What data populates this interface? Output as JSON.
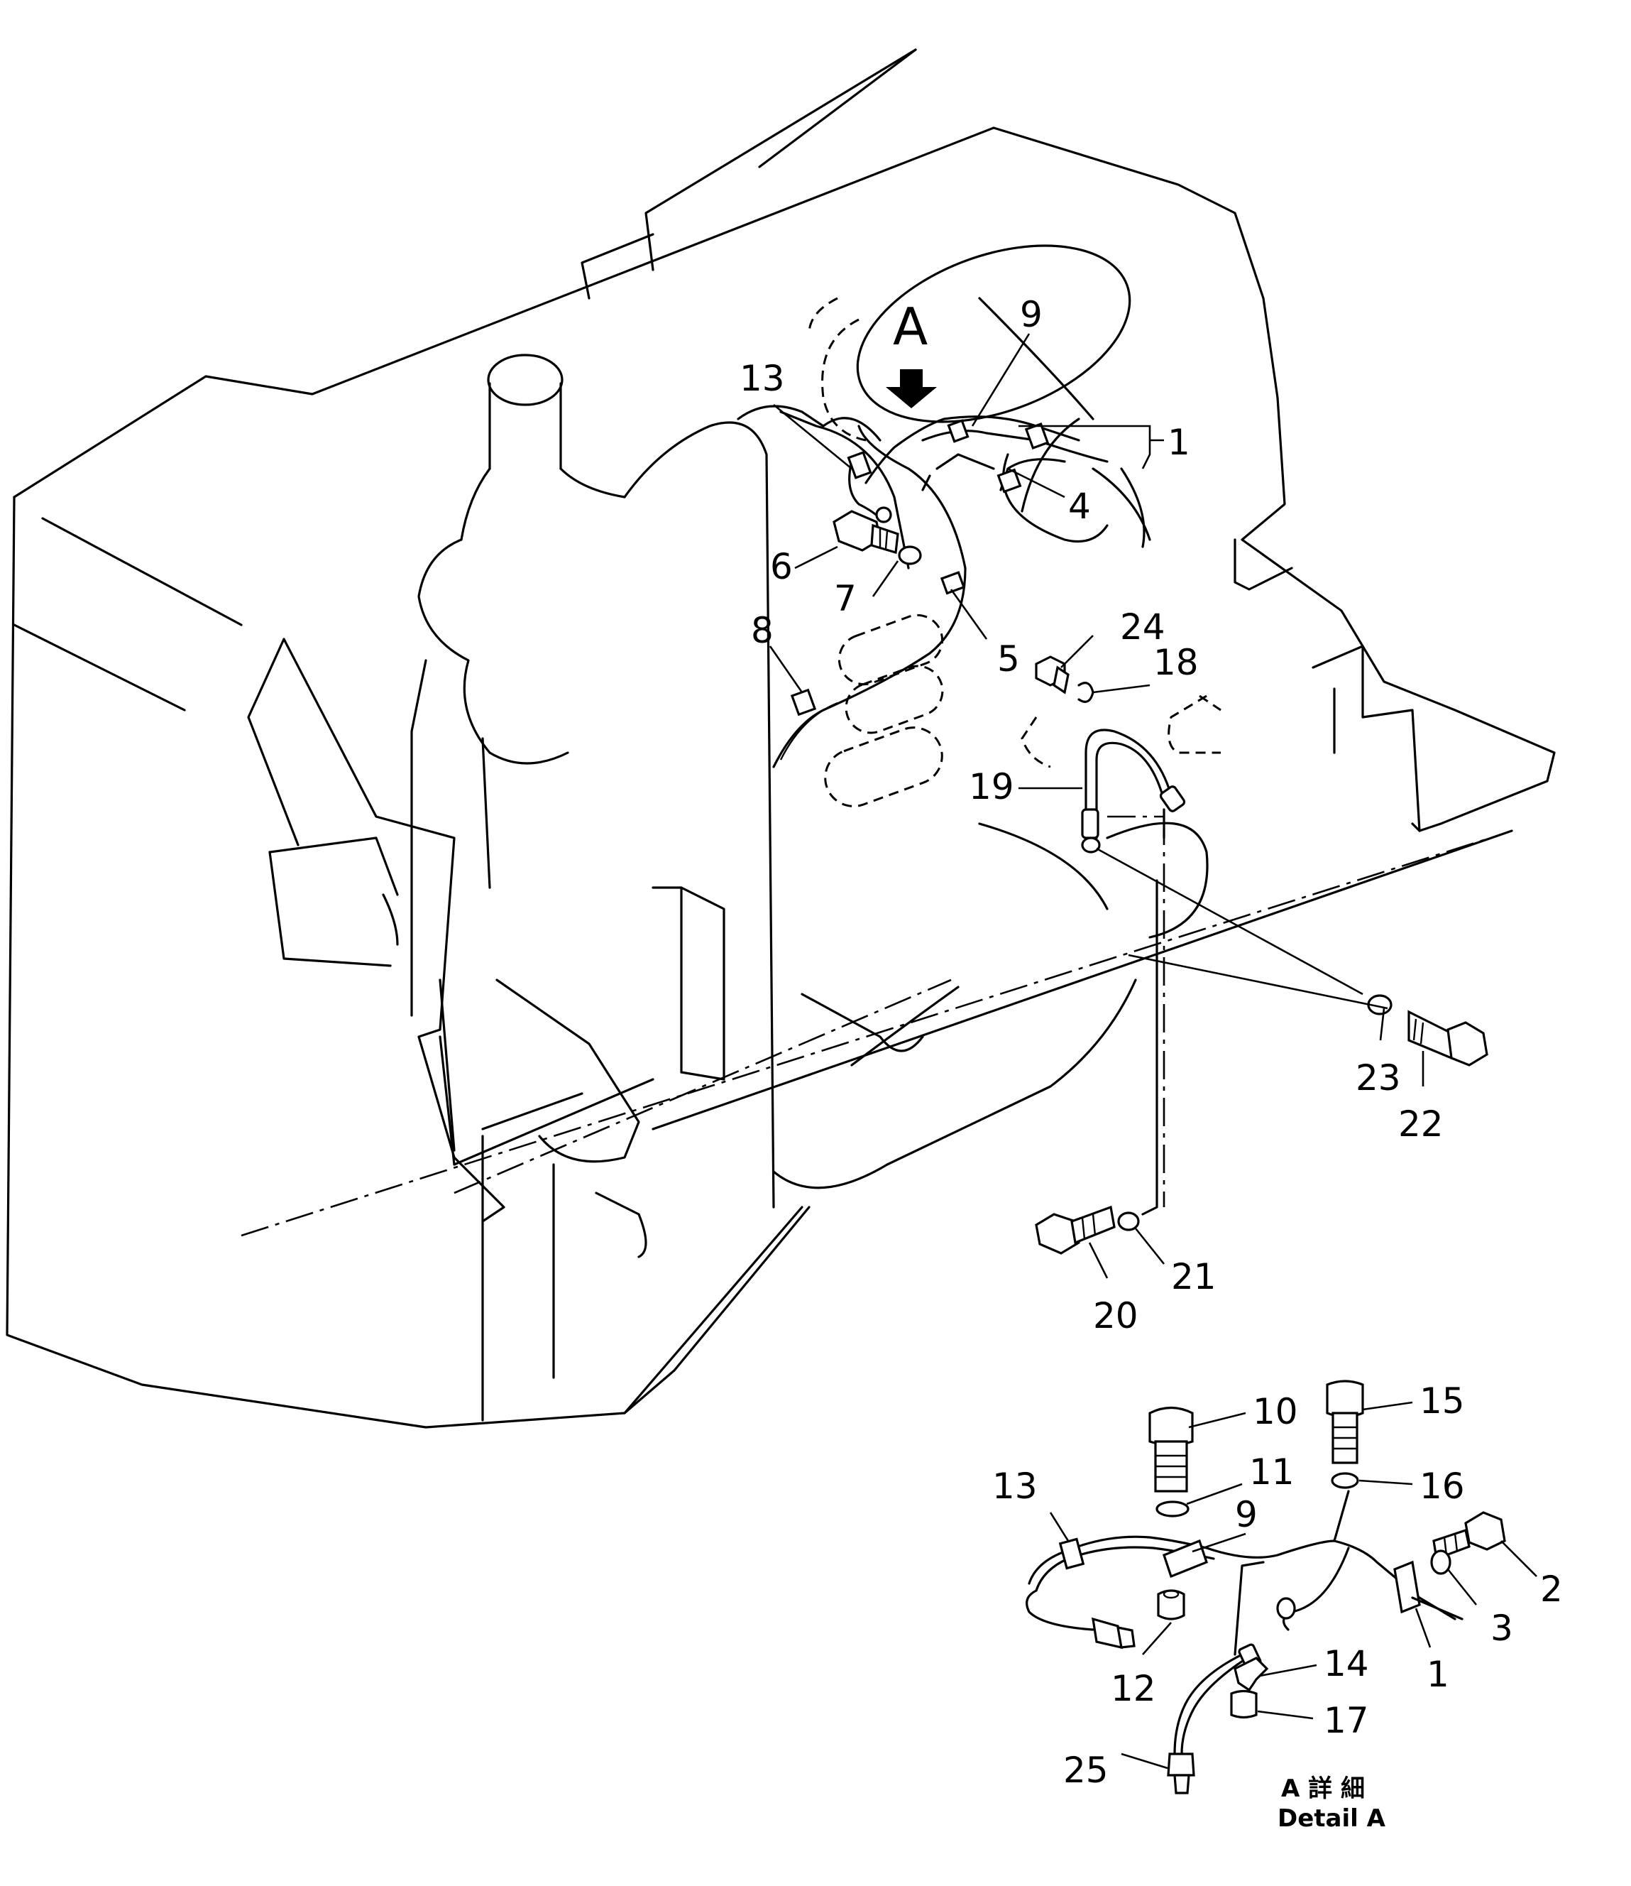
{
  "view_label": "A",
  "detail_caption_jp": "A 詳 細",
  "detail_caption_en": "Detail A",
  "callouts": {
    "c1_main": "1",
    "c4": "4",
    "c5": "5",
    "c6": "6",
    "c7": "7",
    "c8": "8",
    "c9_main": "9",
    "c13_main": "13",
    "c18": "18",
    "c19": "19",
    "c20": "20",
    "c21": "21",
    "c22": "22",
    "c23": "23",
    "c24": "24",
    "c10": "10",
    "c11": "11",
    "c9_detail": "9",
    "c13_detail": "13",
    "c15": "15",
    "c16": "16",
    "c2": "2",
    "c3": "3",
    "c1_detail": "1",
    "c12": "12",
    "c14": "14",
    "c17": "17",
    "c25": "25"
  }
}
